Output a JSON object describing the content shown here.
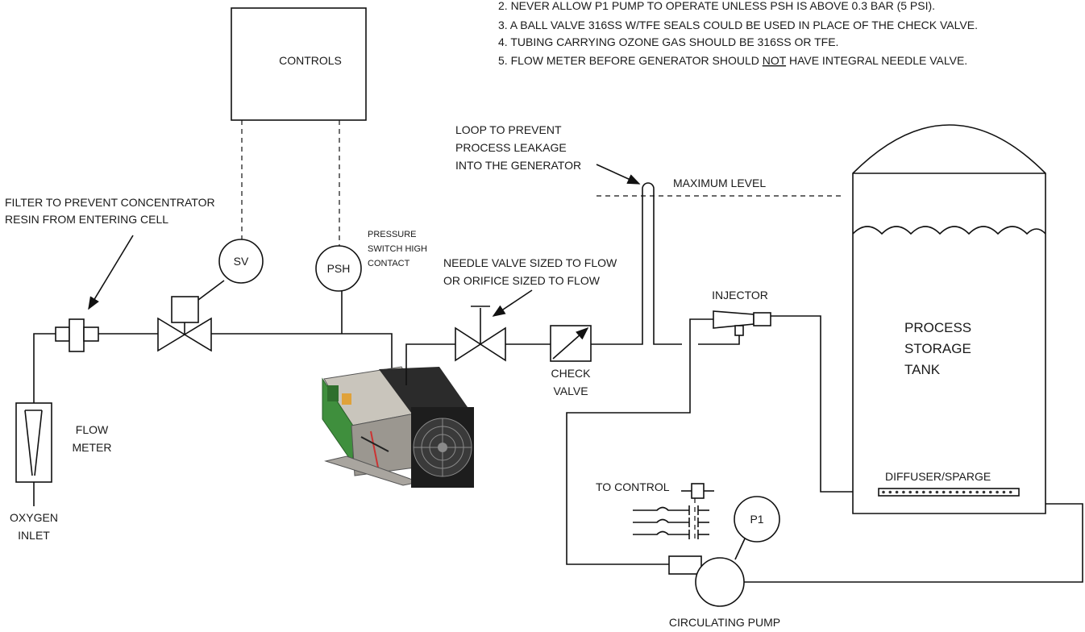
{
  "notes": [
    "2. NEVER ALLOW P1 PUMP TO OPERATE UNLESS PSH IS ABOVE 0.3 BAR (5 PSI).",
    "3. A BALL VALVE 316SS W/TFE SEALS COULD BE USED IN PLACE OF THE CHECK VALVE.",
    "4. TUBING CARRYING OZONE GAS SHOULD BE 316SS OR TFE."
  ],
  "note5": {
    "before": "5. FLOW METER BEFORE GENERATOR SHOULD ",
    "underlined": "NOT",
    "after": " HAVE INTEGRAL NEEDLE VALVE."
  },
  "controls_label": "CONTROLS",
  "sv_label": "SV",
  "psh_label": "PSH",
  "psh_desc": [
    "PRESSURE",
    "SWITCH HIGH",
    "CONTACT"
  ],
  "filter_label": [
    "FILTER TO PREVENT CONCENTRATOR",
    "RESIN FROM ENTERING CELL"
  ],
  "flow_meter_label": [
    "FLOW",
    "METER"
  ],
  "oxygen_label": [
    "OXYGEN",
    "INLET"
  ],
  "needle_label": [
    "NEEDLE VALVE SIZED TO FLOW",
    "OR ORIFICE SIZED TO FLOW"
  ],
  "check_label": [
    "CHECK",
    "VALVE"
  ],
  "loop_label": [
    "LOOP TO PREVENT",
    "PROCESS LEAKAGE",
    "INTO THE GENERATOR"
  ],
  "max_level_label": "MAXIMUM LEVEL",
  "injector_label": "INJECTOR",
  "tank_label": [
    "PROCESS",
    "STORAGE",
    "TANK"
  ],
  "diffuser_label": "DIFFUSER/SPARGE",
  "to_control_label": "TO CONTROL",
  "p1_label": "P1",
  "pump_label": "CIRCULATING PUMP",
  "generator_image": "ozone-generator-photo"
}
